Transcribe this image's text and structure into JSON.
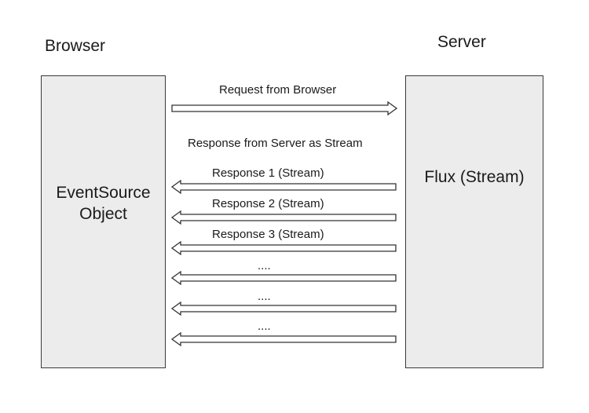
{
  "left_column": {
    "heading": "Browser",
    "box_label": "EventSource\nObject"
  },
  "right_column": {
    "heading": "Server",
    "box_label": "Flux (Stream)"
  },
  "request": {
    "label": "Request from Browser"
  },
  "response_section": {
    "label": "Response from Server as Stream",
    "messages": [
      "Response 1 (Stream)",
      "Response 2 (Stream)",
      "Response 3 (Stream)",
      "....",
      "....",
      "...."
    ]
  }
}
